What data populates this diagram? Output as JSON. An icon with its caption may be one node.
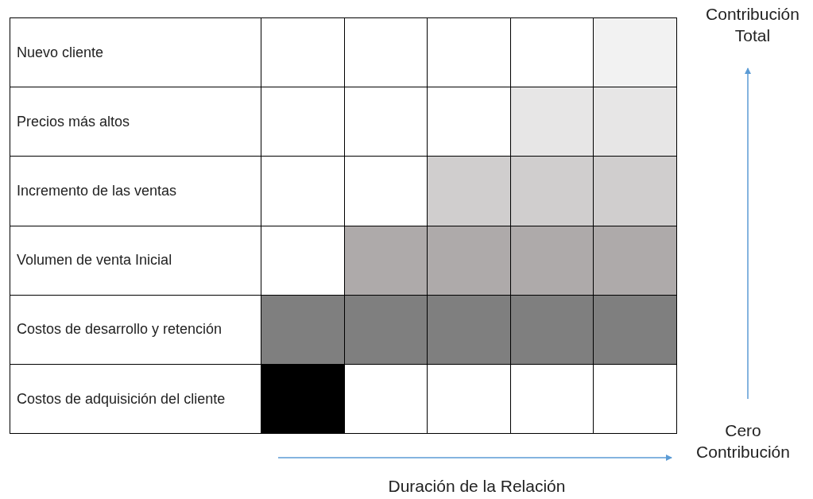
{
  "diagram": {
    "labels": [
      "Contribución Total",
      "Nuevo cliente",
      "Precios más altos",
      "Incremento de las ventas",
      "Volumen de venta Inicial",
      "Costos de desarrollo y retención",
      "Costos de adquisición del cliente",
      "Cero Contribución",
      "Duración de la Relación"
    ]
  }
}
